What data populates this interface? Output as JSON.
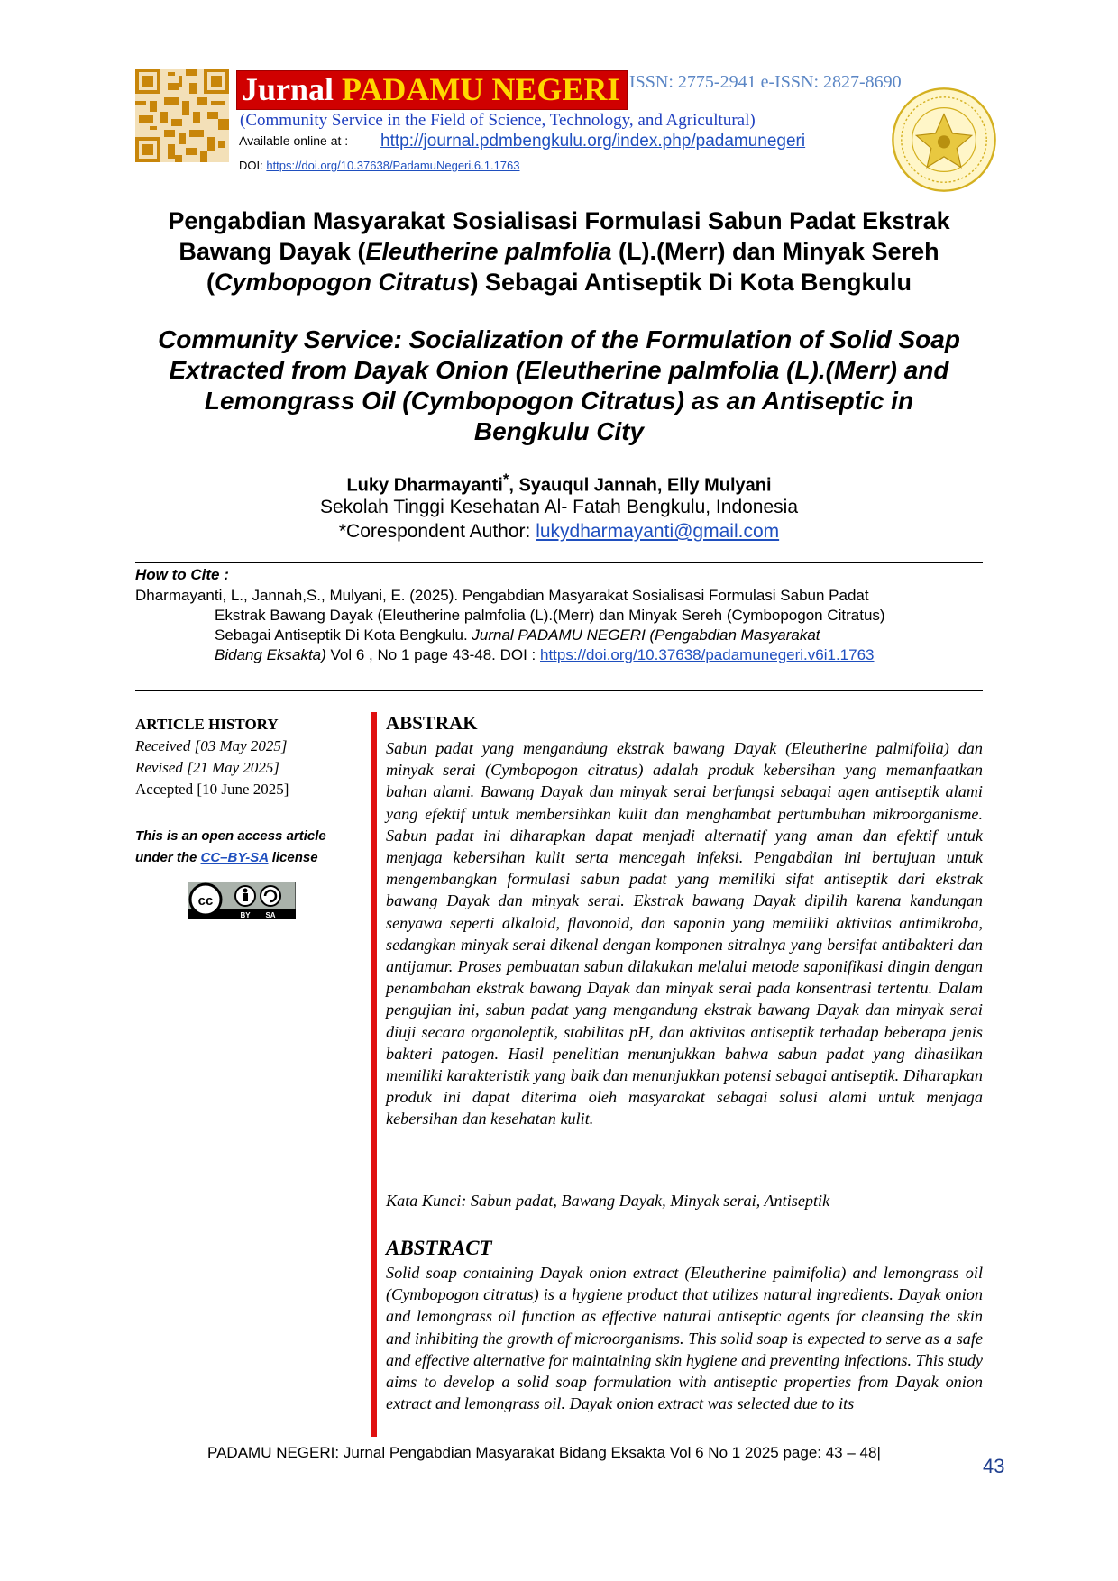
{
  "header": {
    "journal_name_1": "Jurnal ",
    "journal_name_2": "PADAMU NEGERI",
    "issn": "ISSN: 2775-2941 e-ISSN: 2827-8690",
    "subtitle": "(Community Service in the Field of Science, Technology, and Agricultural)",
    "available_label": "Available online at :",
    "url": "http://journal.pdmbengkulu.org/index.php/padamunegeri",
    "doi_label": "DOI: ",
    "doi": "https://doi.org/10.37638/PadamuNegeri.6.1.1763"
  },
  "title_id": {
    "line1": "Pengabdian Masyarakat Sosialisasi Formulasi Sabun Padat Ekstrak",
    "line2_a": "Bawang Dayak (",
    "line2_b": "Eleutherine palmfolia",
    "line2_c": " (L).(Merr) dan Minyak Sereh",
    "line3_a": "(",
    "line3_b": "Cymbopogon Citratus",
    "line3_c": ") Sebagai Antiseptik Di Kota Bengkulu"
  },
  "title_en": {
    "line1": "Community Service: Socialization of the Formulation of Solid Soap",
    "line2": "Extracted from Dayak Onion (Eleutherine palmfolia (L).(Merr) and",
    "line3": "Lemongrass Oil (Cymbopogon Citratus) as an Antiseptic in",
    "line4": "Bengkulu City"
  },
  "authors": {
    "first": "Luky Dharmayanti",
    "mark": "*",
    "rest": ", Syauqul Jannah, Elly Mulyani",
    "affiliation": "Sekolah Tinggi Kesehatan Al- Fatah Bengkulu, Indonesia",
    "corr_label": "*Corespondent Author: ",
    "email": "lukydharmayanti@gmail.com"
  },
  "citation": {
    "heading": "How to Cite :",
    "line1": "Dharmayanti, L., Jannah,S., Mulyani, E. (2025). Pengabdian Masyarakat Sosialisasi Formulasi Sabun Padat",
    "line2": "Ekstrak Bawang Dayak (Eleutherine palmfolia (L).(Merr) dan Minyak Sereh (Cymbopogon Citratus)",
    "line3_a": "Sebagai Antiseptik Di Kota Bengkulu. ",
    "line3_b": "Jurnal PADAMU NEGERI (Pengabdian Masyarakat",
    "line4_a": "Bidang Eksakta)",
    "line4_b": " Vol 6 , No 1 page 43-48. DOI : ",
    "doi": "https://doi.org/10.37638/padamunegeri.v6i1.1763"
  },
  "history": {
    "heading": "ARTICLE HISTORY",
    "received": "Received [03 May 2025]",
    "revised": "Revised [21 May 2025]",
    "accepted": "Accepted [10 June 2025]"
  },
  "license": {
    "text1": "This is an open access article under the ",
    "link": "CC–BY-SA",
    "text2": " license",
    "badge_by": "BY",
    "badge_sa": "SA"
  },
  "abstrak": {
    "heading": "ABSTRAK",
    "text": "Sabun padat yang mengandung ekstrak bawang Dayak (Eleutherine palmifolia) dan minyak serai (Cymbopogon citratus) adalah produk kebersihan yang memanfaatkan bahan alami. Bawang Dayak dan minyak serai berfungsi sebagai agen antiseptik alami yang efektif untuk membersihkan kulit dan menghambat pertumbuhan mikroorganisme. Sabun padat ini diharapkan dapat menjadi alternatif yang aman dan efektif untuk menjaga kebersihan kulit serta mencegah infeksi. Pengabdian ini bertujuan untuk mengembangkan formulasi sabun padat yang memiliki sifat antiseptik dari ekstrak bawang Dayak dan minyak serai. Ekstrak bawang Dayak dipilih karena kandungan senyawa seperti alkaloid, flavonoid, dan saponin yang memiliki aktivitas antimikroba, sedangkan minyak serai dikenal dengan komponen sitralnya yang bersifat antibakteri dan antijamur. Proses pembuatan sabun dilakukan melalui metode saponifikasi dingin dengan penambahan ekstrak bawang Dayak dan minyak serai pada konsentrasi tertentu. Dalam pengujian ini, sabun padat yang mengandung ekstrak bawang Dayak dan minyak serai diuji secara organoleptik, stabilitas pH, dan aktivitas antiseptik terhadap beberapa jenis bakteri patogen. Hasil penelitian menunjukkan bahwa sabun padat yang dihasilkan memiliki karakteristik yang baik dan menunjukkan potensi sebagai antiseptik. Diharapkan produk ini dapat diterima oleh masyarakat sebagai solusi alami untuk menjaga kebersihan dan kesehatan kulit.",
    "keywords": "Kata Kunci: Sabun padat, Bawang Dayak, Minyak serai, Antiseptik"
  },
  "abstract": {
    "heading": "ABSTRACT",
    "text": "Solid soap containing Dayak onion extract (Eleutherine palmifolia) and lemongrass oil (Cymbopogon citratus) is a hygiene product that utilizes natural ingredients. Dayak onion and lemongrass oil function as effective natural antiseptic agents for cleansing the skin and inhibiting the growth of microorganisms. This solid soap is expected to serve as a safe and effective alternative for maintaining skin hygiene and preventing infections. This study aims to develop a solid soap formulation with antiseptic properties from Dayak onion extract and lemongrass oil. Dayak onion extract was selected due to its"
  },
  "footer": {
    "text": "PADAMU NEGERI: Jurnal Pengabdian Masyarakat Bidang Eksakta Vol 6 No 1 2025 page: 43 – 48|",
    "page": "43"
  },
  "colors": {
    "journal_red": "#d00000",
    "journal_yellow": "#ffd700",
    "link_blue": "#1f4fbf",
    "abstract_bar": "#e01010",
    "issn_blue": "#5b86c5"
  }
}
